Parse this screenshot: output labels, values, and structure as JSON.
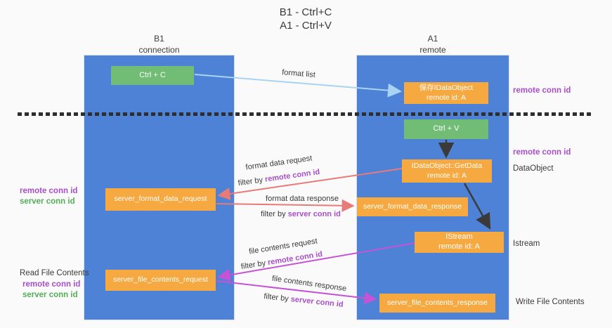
{
  "title": {
    "line1": "B1 - Ctrl+C",
    "line2": "A1 - Ctrl+V"
  },
  "lanes": {
    "left": {
      "name": "B1",
      "role": "connection"
    },
    "right": {
      "name": "A1",
      "role": "remote"
    }
  },
  "nodes": {
    "ctrl_c": {
      "label": "Ctrl + C"
    },
    "ctrl_v": {
      "label": "Ctrl + V"
    },
    "save_dataobject": {
      "line1": "保存IDataObject",
      "line2": "remote id: A"
    },
    "getdata": {
      "line1": "IDataObject::GetData",
      "line2": "remote id: A"
    },
    "istream": {
      "line1": "IStream",
      "line2": "remote id: A"
    },
    "format_request_box": {
      "label": "server_format_data_request"
    },
    "format_response_box": {
      "label": "server_format_data_response"
    },
    "file_request_box": {
      "label": "server_file_contents_request"
    },
    "file_response_box": {
      "label": "server_file_contents_response"
    }
  },
  "edge_labels": {
    "format_list": "format list",
    "format_request": {
      "line1": "format data request",
      "prefix": "filter by ",
      "id": "remote conn id"
    },
    "format_response": {
      "line1": "format data response",
      "prefix": "filter by ",
      "id": "server conn id"
    },
    "file_request": {
      "line1": "file contents request",
      "prefix": "filter by ",
      "id": "remote conn id"
    },
    "file_response": {
      "line1": "file contents response",
      "prefix": "filter by ",
      "id": "server conn id"
    }
  },
  "side_labels": {
    "right_top_conn_id": "remote conn id",
    "right_mid_conn_id": "remote conn id",
    "dataobject": "DataObject",
    "istream": "Istream",
    "write_file": "Write File Contents",
    "left_mid_remote": "remote conn id",
    "left_mid_server": "server conn id",
    "read_file": "Read File Contents",
    "left_bottom_remote": "remote conn id",
    "left_bottom_server": "server conn id"
  },
  "colors": {
    "lane_blue": "#4d82d7",
    "box_orange": "#f7a941",
    "box_green": "#72bd76",
    "arrow_salmon": "#e87a78",
    "arrow_magenta": "#c653d6",
    "arrow_lightblue": "#a9d3f2",
    "arrow_black": "#3a3a3a",
    "text_purple": "#a84fc8",
    "text_green": "#53ae58"
  }
}
